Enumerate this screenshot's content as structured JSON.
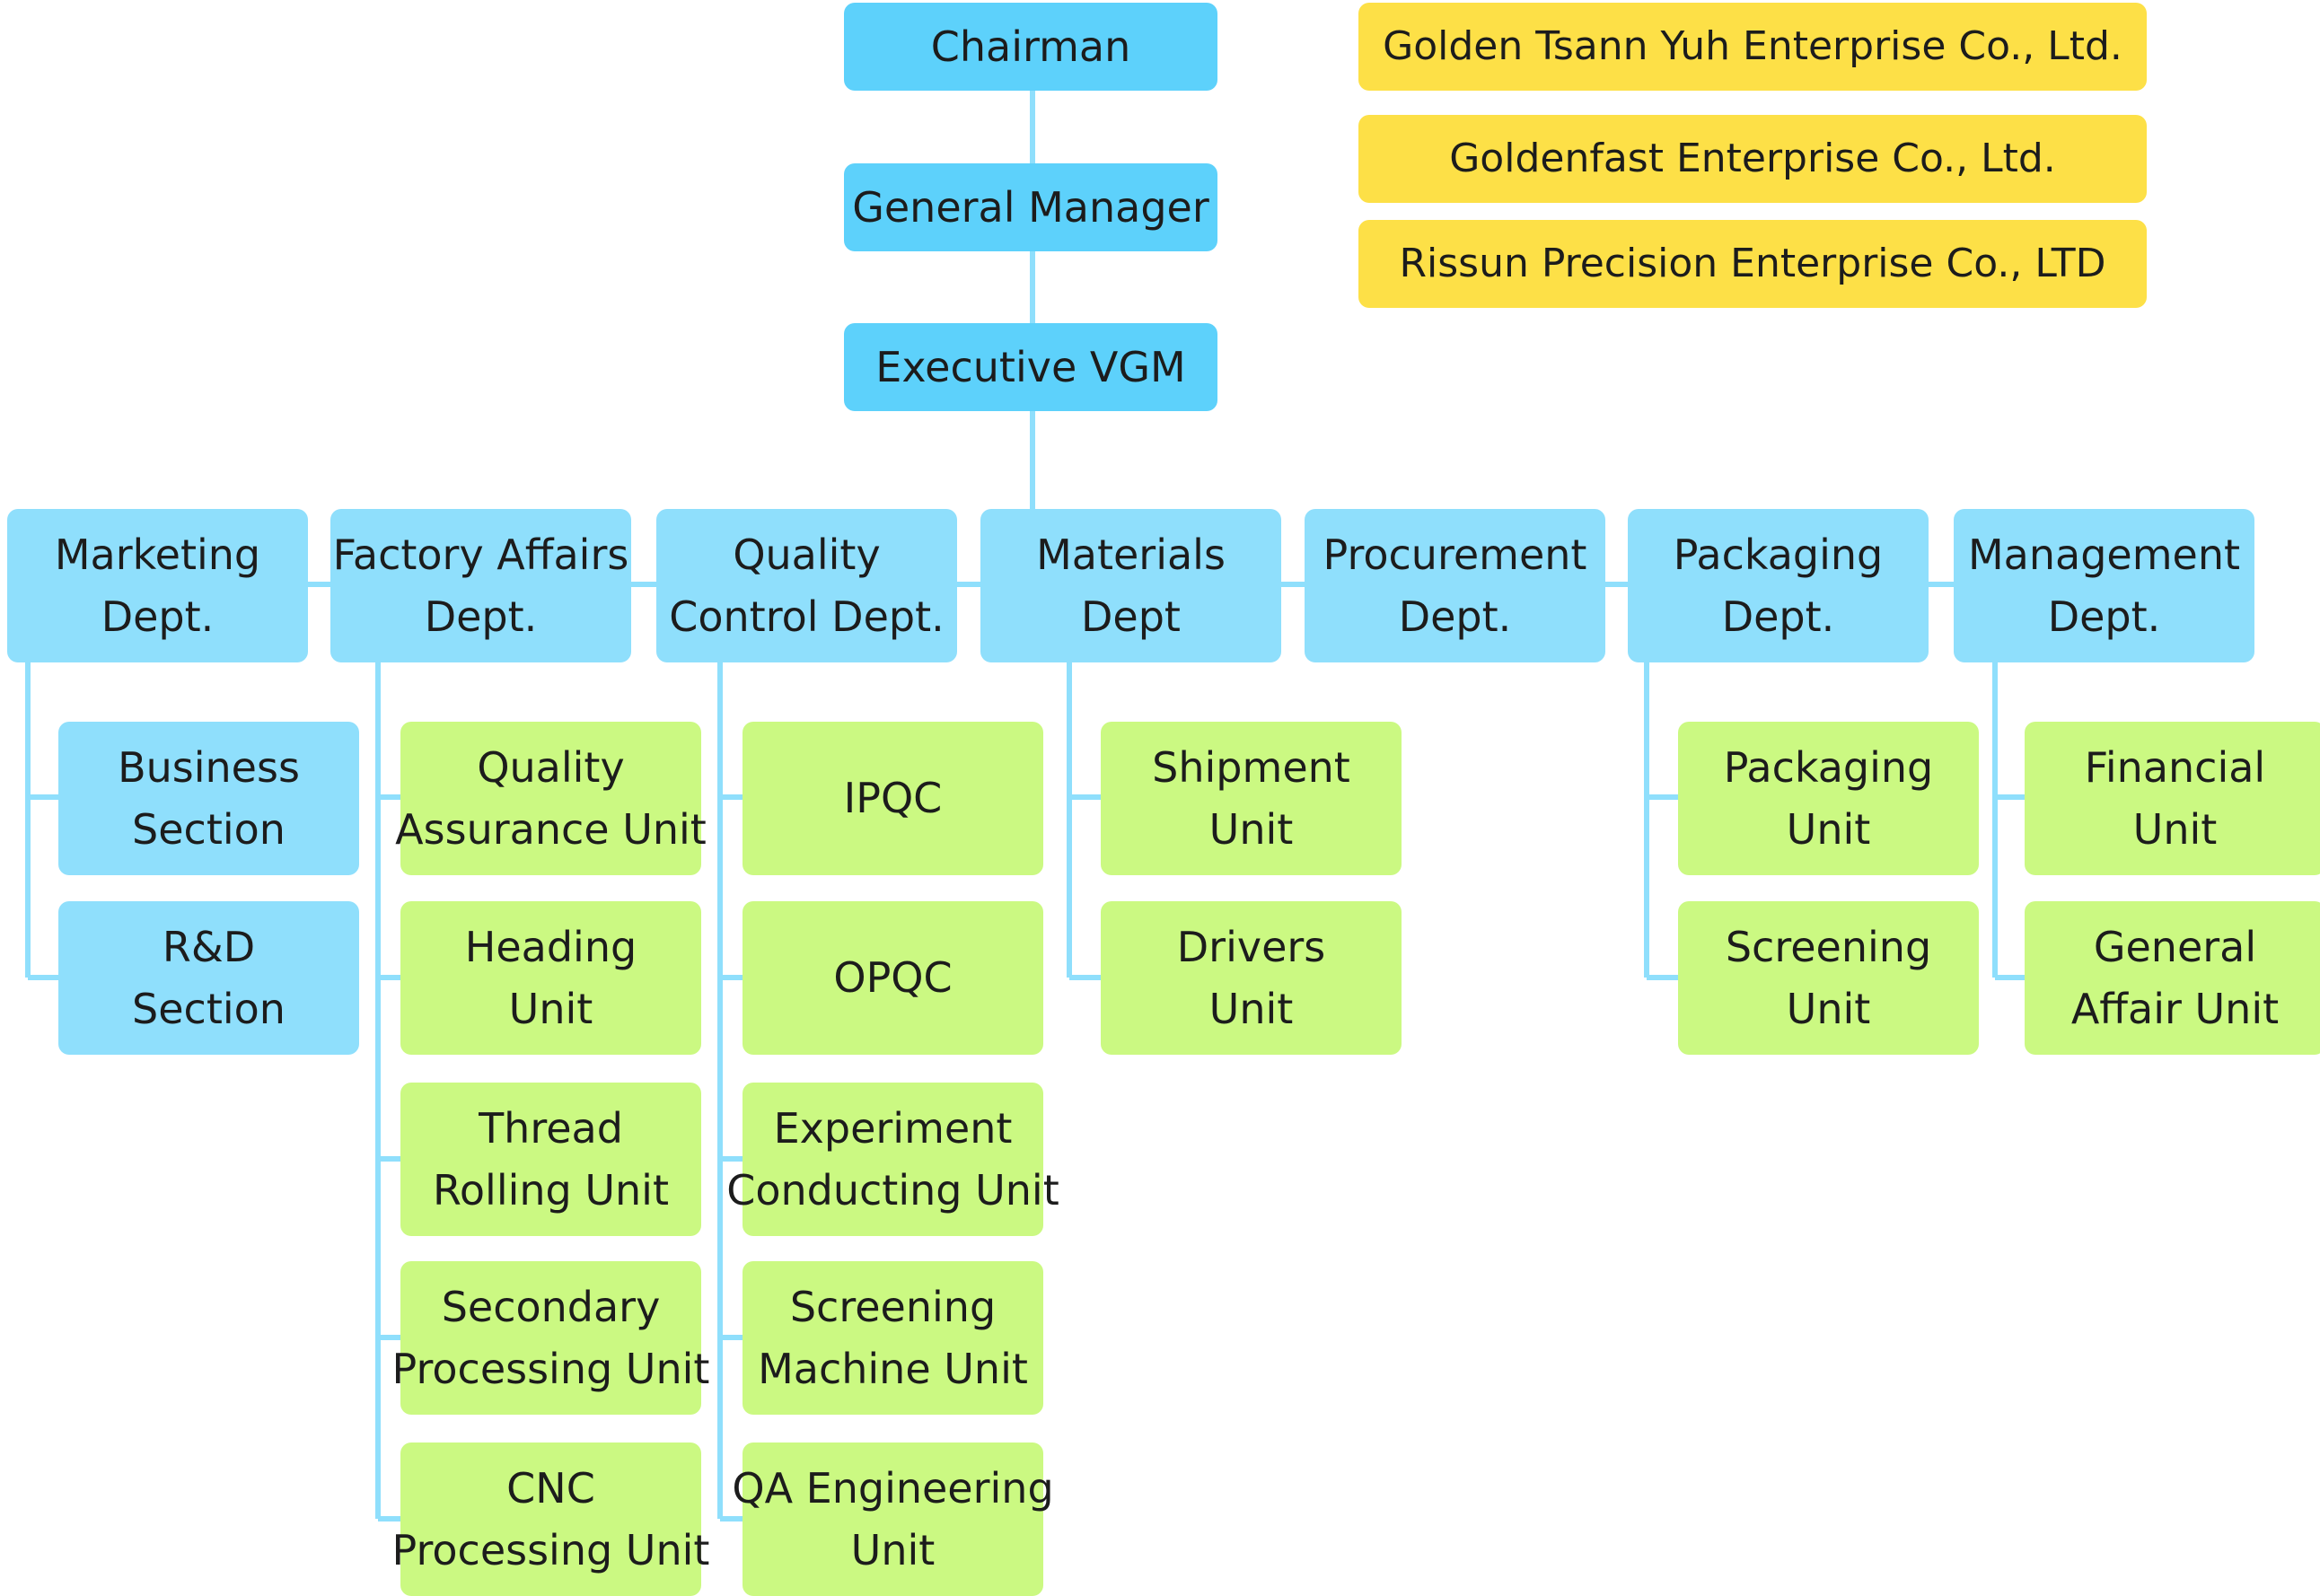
{
  "executives": [
    {
      "id": "chairman",
      "lines": [
        "Chairman"
      ]
    },
    {
      "id": "general-manager",
      "lines": [
        "General Manager"
      ]
    },
    {
      "id": "executive-vgm",
      "lines": [
        "Executive VGM"
      ]
    }
  ],
  "affiliates": [
    {
      "lines": [
        "Golden Tsann Yuh Enterprise Co., Ltd."
      ]
    },
    {
      "lines": [
        "Goldenfast Enterprise Co., Ltd."
      ]
    },
    {
      "lines": [
        "Rissun Precision Enterprise Co., LTD"
      ]
    }
  ],
  "departments": [
    {
      "id": "marketing",
      "lines": [
        "Marketing",
        "Dept."
      ],
      "units": [
        {
          "lines": [
            "Business",
            "Section"
          ]
        },
        {
          "lines": [
            "R&D",
            "Section"
          ]
        }
      ]
    },
    {
      "id": "factory-affairs",
      "lines": [
        "Factory Affairs",
        "Dept."
      ],
      "units": [
        {
          "lines": [
            "Quality",
            "Assurance Unit"
          ]
        },
        {
          "lines": [
            "Heading",
            "Unit"
          ]
        },
        {
          "lines": [
            "Thread",
            "Rolling Unit"
          ]
        },
        {
          "lines": [
            "Secondary",
            "Processing Unit"
          ]
        },
        {
          "lines": [
            "CNC",
            "Processing Unit"
          ]
        }
      ]
    },
    {
      "id": "quality-control",
      "lines": [
        "Quality",
        "Control Dept."
      ],
      "units": [
        {
          "lines": [
            "IPQC"
          ]
        },
        {
          "lines": [
            "OPQC"
          ]
        },
        {
          "lines": [
            "Experiment",
            "Conducting Unit"
          ]
        },
        {
          "lines": [
            "Screening",
            "Machine Unit"
          ]
        },
        {
          "lines": [
            "QA Engineering",
            "Unit"
          ]
        }
      ]
    },
    {
      "id": "materials",
      "lines": [
        "Materials",
        "Dept"
      ],
      "units": [
        {
          "lines": [
            "Shipment",
            "Unit"
          ]
        },
        {
          "lines": [
            "Drivers",
            "Unit"
          ]
        }
      ]
    },
    {
      "id": "procurement",
      "lines": [
        "Procurement",
        "Dept."
      ],
      "units": []
    },
    {
      "id": "packaging",
      "lines": [
        "Packaging",
        "Dept."
      ],
      "units": [
        {
          "lines": [
            "Packaging",
            "Unit"
          ]
        },
        {
          "lines": [
            "Screening",
            "Unit"
          ]
        }
      ]
    },
    {
      "id": "management",
      "lines": [
        "Management",
        "Dept."
      ],
      "units": [
        {
          "lines": [
            "Financial",
            "Unit"
          ]
        },
        {
          "lines": [
            "General",
            "Affair Unit"
          ]
        }
      ]
    }
  ],
  "colors": {
    "executive": "#5dd1fb",
    "department": "#8fdffc",
    "unit": "#cbf982",
    "affiliate": "#fde047",
    "connector": "#8fdffc"
  }
}
